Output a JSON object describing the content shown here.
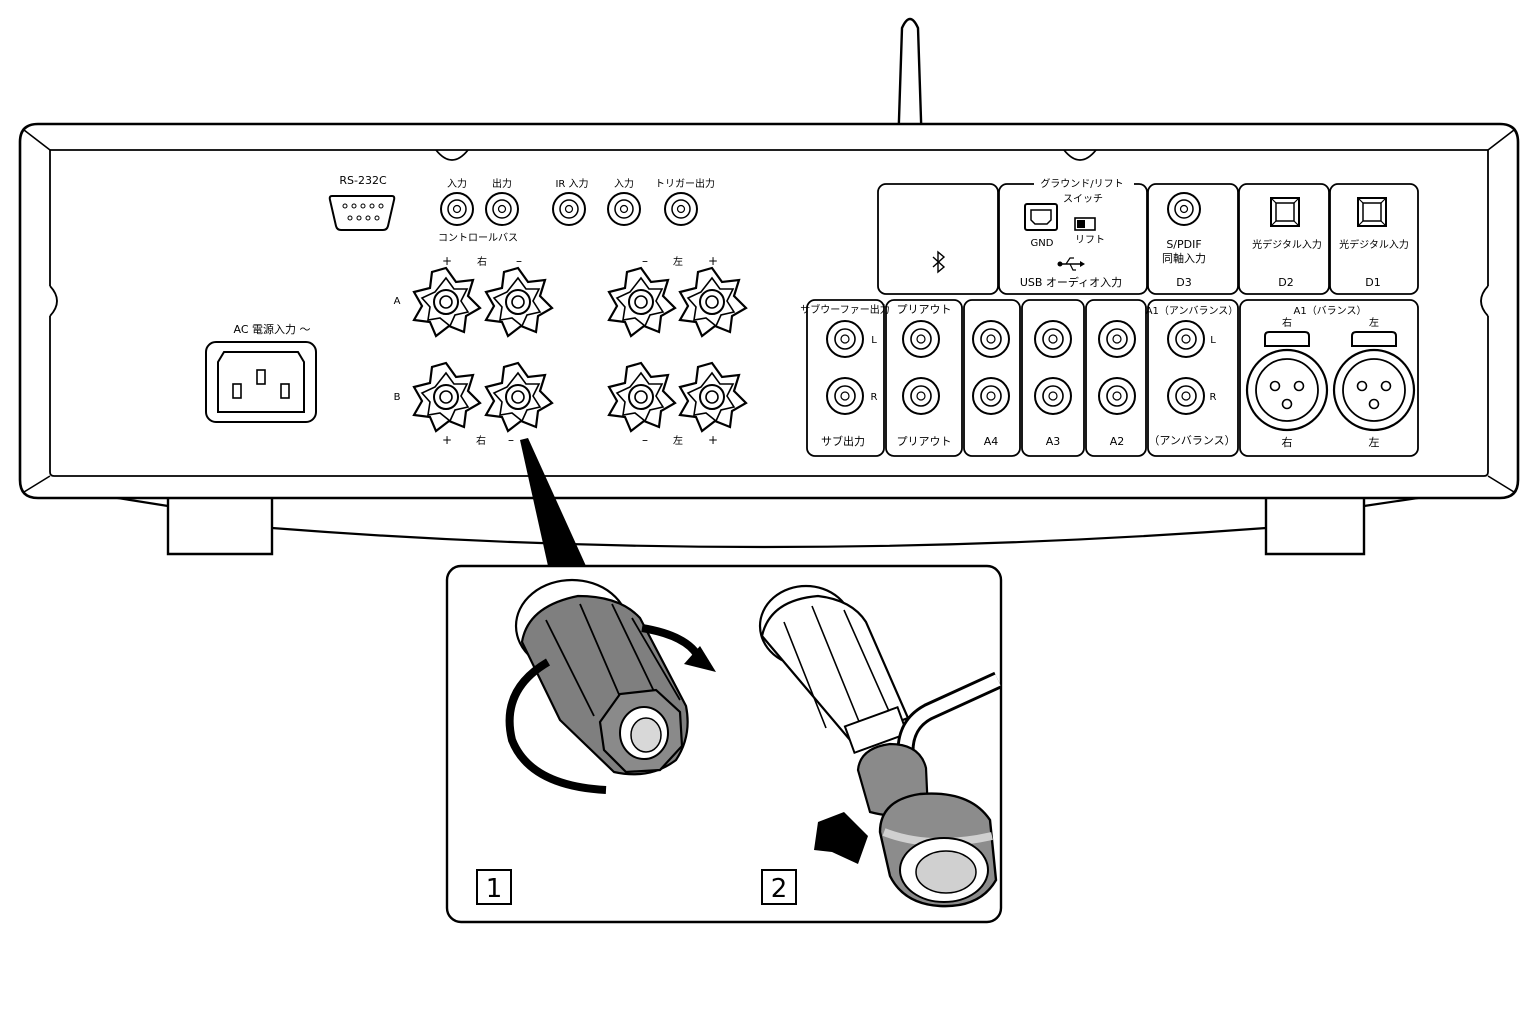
{
  "rear_panel": {
    "rs232c": "RS-232C",
    "control_bus_in": "入力",
    "control_bus_out": "出力",
    "control_bus": "コントロールバス",
    "ir_in": "IR 入力",
    "trigger_in": "入力",
    "trigger_out": "トリガー出力",
    "ac_input": "AC 電源入力 ～",
    "speaker_a": "A",
    "speaker_b": "B",
    "plus": "+",
    "minus": "–",
    "right": "右",
    "left": "左",
    "ground_lift_switch_1": "グラウンド/リフト",
    "ground_lift_switch_2": "スイッチ",
    "gnd": "GND",
    "lift": "リフト",
    "usb_audio_in": "USB オーディオ入力",
    "spdif_1": "S/PDIF",
    "spdif_2": "同軸入力",
    "d3": "D3",
    "optical_in": "光デジタル入力",
    "d2": "D2",
    "d1": "D1",
    "subwoofer_out": "サブウーファー出力",
    "pre_out": "プリアウト",
    "sub_out": "サブ出力",
    "pre_out_bottom": "プリアウト",
    "a4": "A4",
    "a3": "A3",
    "a2": "A2",
    "a1_unbalanced": "A1（アンバランス）",
    "unbalanced": "（アンバランス）",
    "a1_balanced": "A1（バランス）",
    "L": "L",
    "R": "R"
  },
  "inset": {
    "step1": "1",
    "step2": "2"
  }
}
